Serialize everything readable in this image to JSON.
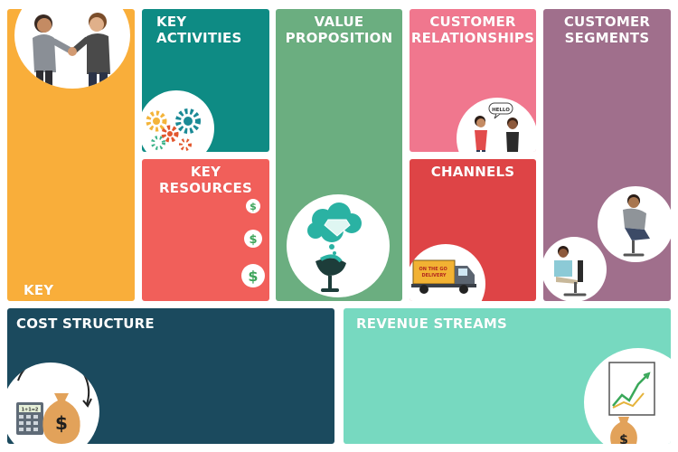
{
  "canvas": {
    "colors": {
      "key_partners": "#F9AE3A",
      "key_activities": "#0E8B84",
      "key_resources": "#F15F5A",
      "value_proposition": "#6BAE80",
      "customer_relationships": "#F0778E",
      "channels": "#DE4446",
      "customer_segments": "#A06F8C",
      "cost_structure": "#1B4A5E",
      "revenue_streams": "#77D9C0"
    },
    "blocks": {
      "key_partners": {
        "title": "KEY PARTNERS",
        "icon": "handshake-icon"
      },
      "key_activities": {
        "title": "KEY ACTIVITIES",
        "icon": "gears-icon"
      },
      "key_resources": {
        "title": "KEY\nRESOURCES",
        "icon": "money-icon"
      },
      "value_proposition": {
        "title": "VALUE\nPROPOSITION",
        "icon": "diamond-thought-icon"
      },
      "customer_relationships": {
        "title": "CUSTOMER\nRELATIONSHIPS",
        "icon": "conversation-icon",
        "speech": "HELLO"
      },
      "channels": {
        "title": "CHANNELS",
        "icon": "delivery-truck-icon",
        "truck_text": "ON THE GO\nDELIVERY"
      },
      "customer_segments": {
        "title": "CUSTOMER\nSEGMENTS",
        "icon": "customers-icon"
      },
      "cost_structure": {
        "title": "COST STRUCTURE",
        "icon": "calculator-moneybag-icon",
        "calculator_text": "1+1=2"
      },
      "revenue_streams": {
        "title": "REVENUE STREAMS",
        "icon": "growth-chart-icon"
      }
    }
  }
}
